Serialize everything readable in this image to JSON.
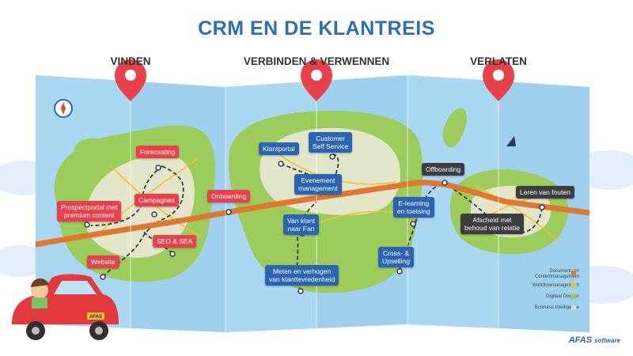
{
  "title": "CRM EN DE KLANTREIS",
  "phases": [
    {
      "label": "VINDEN"
    },
    {
      "label": "VERBINDEN & VERWENNEN"
    },
    {
      "label": "VERLATEN"
    }
  ],
  "labels": {
    "forecasting": "Forecasting",
    "prospectportal_1": "Prospectportal met",
    "prospectportal_2": "premium content",
    "campagnes": "Campagnes",
    "onboarding": "Onboarding",
    "seo_sea": "SEO & SEA",
    "website": "Website",
    "klantportal": "Klantportal",
    "customer_service_1": "Customer",
    "customer_service_2": "Self Service",
    "evenement_1": "Evenement",
    "evenement_2": "management",
    "van_klant_1": "Van klant",
    "van_klant_2": "naar Fan",
    "meten_1": "Meten en verhogen",
    "meten_2": "van klanttevredenheid",
    "elearning_1": "E-learning",
    "elearning_2": "en toetsing",
    "cross_1": "Cross- &",
    "cross_2": "Upselling",
    "offboarding": "Offboarding",
    "leren": "Leren van fouten",
    "afscheid_1": "Afscheid met",
    "afscheid_2": "behoud van relatie"
  },
  "legend": [
    {
      "label_1": "Document- en",
      "label_2": "Contentmanagement",
      "color": "#e0762f"
    },
    {
      "label_1": "Workflowmanagement",
      "label_2": "",
      "color": "#f0c22e"
    },
    {
      "label_1": "Digitaal Dossier",
      "label_2": "",
      "color": "#9ccc5c"
    },
    {
      "label_1": "Business Intelligence",
      "label_2": "",
      "color": "#d8d8d8"
    }
  ],
  "car_plate": "AFAS",
  "brand": {
    "name": "AFAS",
    "suffix": "software"
  },
  "colors": {
    "title": "#2f6db5",
    "red_label": "#e8414b",
    "blue_label": "#2b64b3",
    "dark_label": "#3c3d40",
    "road": "#e0762f",
    "water": "#9fd1ef",
    "land": "#9ccc5c"
  }
}
